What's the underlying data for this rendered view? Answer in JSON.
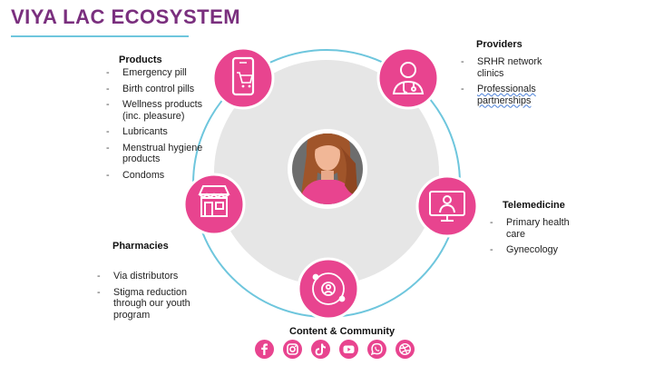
{
  "title": "VIYA LAC ECOSYSTEM",
  "colors": {
    "accent": "#e8448f",
    "ring": "#6ec6dd",
    "title": "#7a2f7e",
    "center_bg": "#e6e6e6"
  },
  "products": {
    "heading": "Products",
    "icon": "mobile-shopping-cart-icon",
    "items": [
      "Emergency pill",
      "Birth control pills",
      "Wellness products (inc. pleasure)",
      "Lubricants",
      "Menstrual hygiene products",
      "Condoms"
    ]
  },
  "providers": {
    "heading": "Providers",
    "icon": "doctor-icon",
    "items": [
      "SRHR network clinics",
      "Professionals partnerships"
    ]
  },
  "telemedicine": {
    "heading": "Telemedicine",
    "icon": "video-consult-icon",
    "items": [
      "Primary health care",
      "Gynecology"
    ]
  },
  "pharmacies": {
    "heading": "Pharmacies",
    "icon": "storefront-icon",
    "items": [
      "Via distributors",
      "Stigma reduction through our youth program"
    ]
  },
  "content": {
    "heading": "Content & Community",
    "icon": "community-icon",
    "social_icons": [
      "facebook-icon",
      "instagram-icon",
      "tiktok-icon",
      "youtube-icon",
      "whatsapp-icon",
      "dribbble-icon"
    ]
  }
}
